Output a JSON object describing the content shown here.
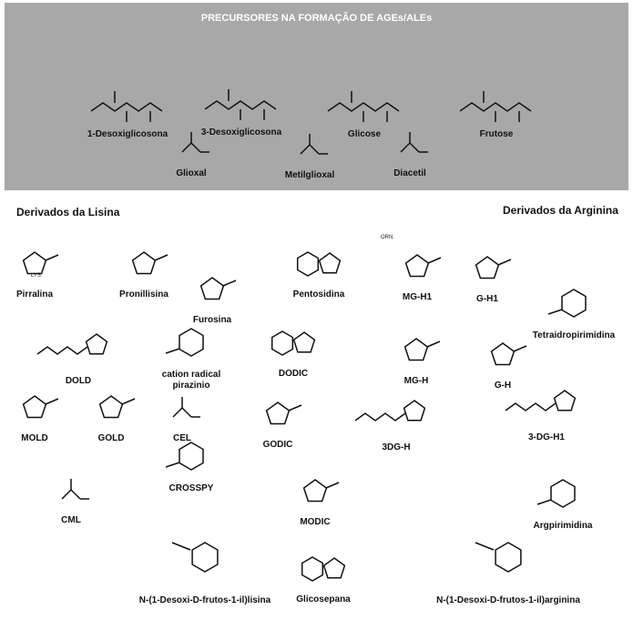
{
  "panel_title": "PRECURSORES NA FORMAÇÃO DE AGEs/ALEs",
  "sections": {
    "lysine": "Derivados da Lisina",
    "arginine": "Derivados da Arginina"
  },
  "precursors": [
    {
      "name": "1-Desoxiglicosona"
    },
    {
      "name": "3-Desoxiglicosona"
    },
    {
      "name": "Glicose"
    },
    {
      "name": "Frutose"
    },
    {
      "name": "Glioxal"
    },
    {
      "name": "Metilglioxal"
    },
    {
      "name": "Diacetil"
    }
  ],
  "compounds": [
    {
      "name": "Pirralina"
    },
    {
      "name": "Pronillisina"
    },
    {
      "name": "Furosina"
    },
    {
      "name": "Pentosidina"
    },
    {
      "name": "MG-H1"
    },
    {
      "name": "G-H1"
    },
    {
      "name": "Tetraidropirimidina"
    },
    {
      "name": "DOLD"
    },
    {
      "name": "cation radical pirazinio"
    },
    {
      "name": "DODIC"
    },
    {
      "name": "MG-H"
    },
    {
      "name": "G-H"
    },
    {
      "name": "MOLD"
    },
    {
      "name": "GOLD"
    },
    {
      "name": "CEL"
    },
    {
      "name": "GODIC"
    },
    {
      "name": "3DG-H"
    },
    {
      "name": "3-DG-H1"
    },
    {
      "name": "CML"
    },
    {
      "name": "CROSSPY"
    },
    {
      "name": "MODIC"
    },
    {
      "name": "Argpirimidina"
    },
    {
      "name": "N-(1-Desoxi-D-frutos-1-il)lisina"
    },
    {
      "name": "Glicosepana"
    },
    {
      "name": "N-(1-Desoxi-D-frutos-1-il)arginina"
    }
  ],
  "atom_labels": {
    "lys": "LYS",
    "orn": "ORN"
  },
  "colors": {
    "panel": "#a8a8a8",
    "panel_title": "#ffffff",
    "ink": "#111111"
  }
}
